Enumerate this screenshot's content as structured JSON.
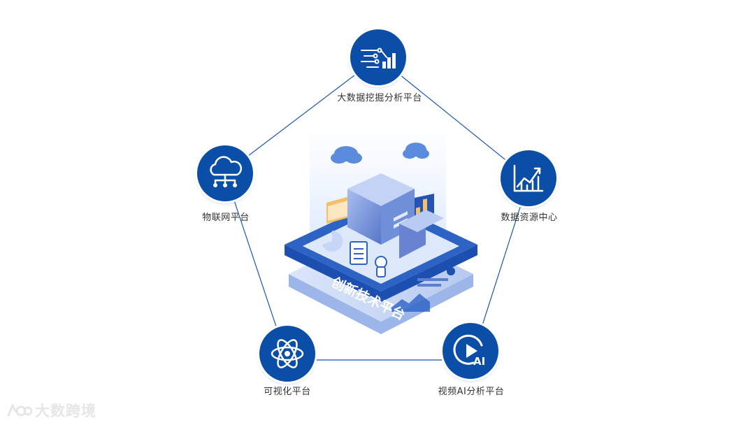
{
  "center": {
    "label": "创新技术平台"
  },
  "nodes": [
    {
      "key": "bigdata",
      "label": "大数据挖掘分析平台",
      "icon": "data-flow-bar-chart-icon"
    },
    {
      "key": "resource",
      "label": "数据资源中心",
      "icon": "trend-line-chart-icon"
    },
    {
      "key": "video",
      "label": "视频AI分析平台",
      "icon": "play-ai-icon"
    },
    {
      "key": "visual",
      "label": "可视化平台",
      "icon": "atom-icon"
    },
    {
      "key": "iot",
      "label": "物联网平台",
      "icon": "cloud-network-icon"
    }
  ],
  "watermark": {
    "text": "大数跨境"
  },
  "colors": {
    "primary": "#0a4ea8",
    "line": "#1a56b0",
    "platform": "#2c63c4",
    "server": "#6f8fd9"
  }
}
